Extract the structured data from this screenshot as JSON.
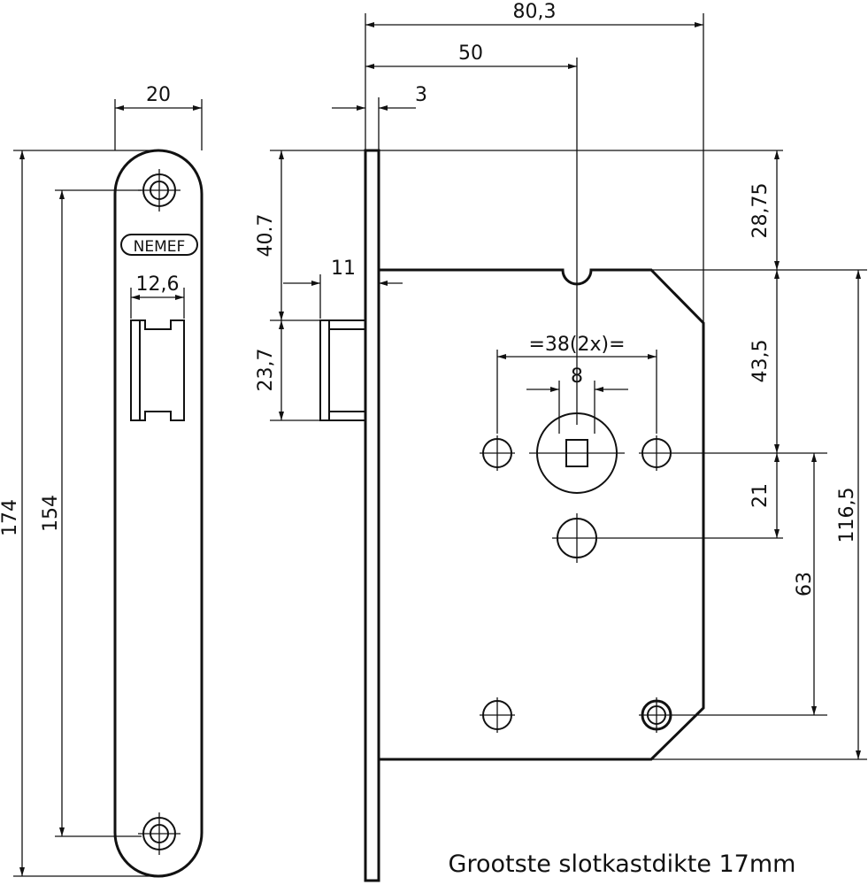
{
  "faceplate": {
    "brand": "NEMEF",
    "dims": {
      "width": "20",
      "latch_width": "12,6",
      "total_height": "174",
      "screw_spacing": "154"
    }
  },
  "side_view": {
    "dims": {
      "overall_depth": "80,3",
      "backset": "50",
      "plate_thickness": "3",
      "latch_projection": "11",
      "top_to_latch": "40.7",
      "latch_height": "23,7",
      "top_to_body": "28,75",
      "body_to_follower": "43,5",
      "follower_to_cylinder": "21",
      "body_height": "116,5",
      "follower_to_bottom_screw": "63",
      "screw_spacing": "=38(2x)=",
      "square_size": "8"
    }
  },
  "caption": "Grootste slotkastdikte 17mm"
}
